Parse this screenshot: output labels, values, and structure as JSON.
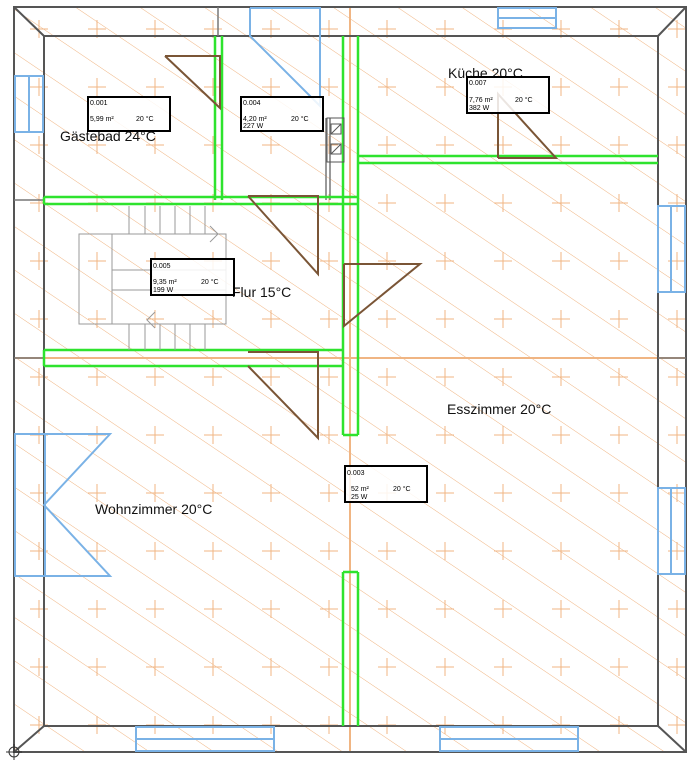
{
  "rooms": {
    "gaestebad": "Gästebad 24°C",
    "kueche": "Küche 20°C",
    "flur": "Flur 15°C",
    "esszimmer": "Esszimmer 20°C",
    "wohnzimmer": "Wohnzimmer 20°C"
  },
  "tags": [
    {
      "id": "0.001",
      "area": "5,99 m²",
      "temp": "20 °C",
      "power": ""
    },
    {
      "id": "0.004",
      "area": "4,20 m²",
      "temp": "20 °C",
      "power": "227 W"
    },
    {
      "id": "0.007",
      "area": "7,76 m²",
      "temp": "20 °C",
      "power": "382 W"
    },
    {
      "id": "0.005",
      "area": "9,35 m²",
      "temp": "20 °C",
      "power": "199 W"
    },
    {
      "id": "0.003",
      "area": "52 m²",
      "temp": "20 °C",
      "power": "25 W"
    }
  ],
  "colors": {
    "wall": "#555555",
    "hatch": "#f0b583",
    "heating_loop": "#2ee32e",
    "door": "#7a5536",
    "window": "#7ab2e6",
    "stairs": "#9a9a9a"
  }
}
